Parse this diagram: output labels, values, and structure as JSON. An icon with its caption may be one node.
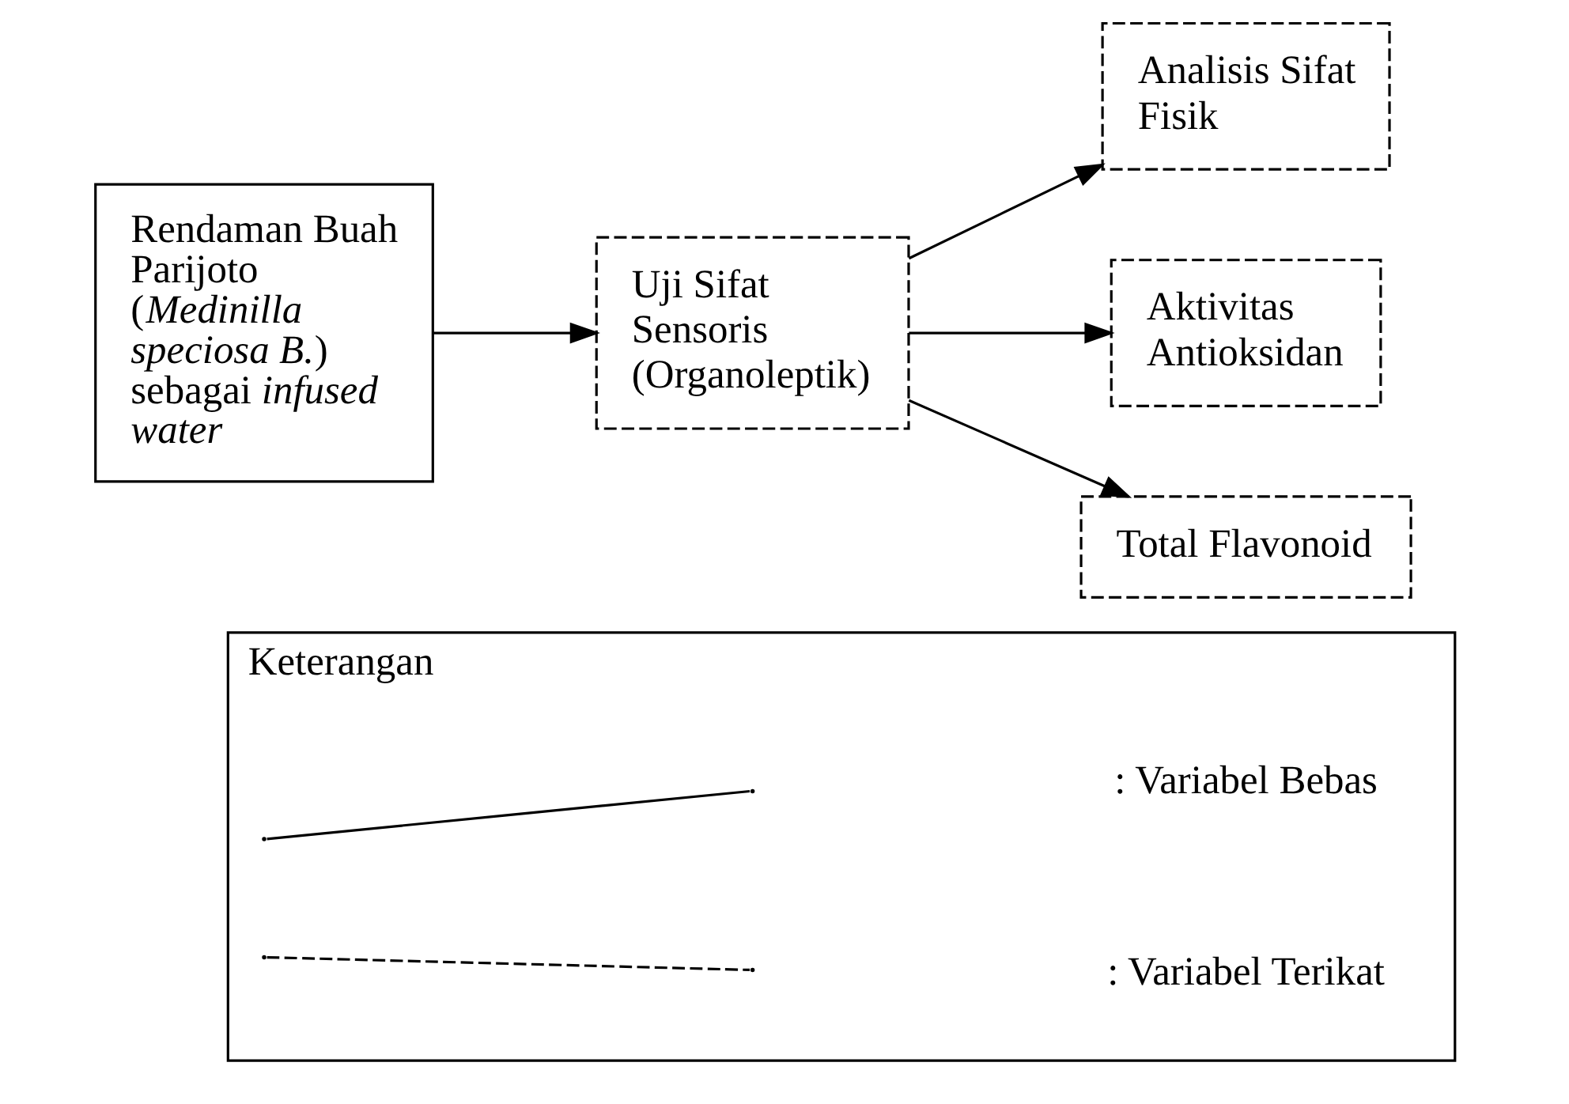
{
  "diagram": {
    "nodes": [
      {
        "text": [
          "Rendaman Buah Parijoto (*Medinilla speciosa B.*) sebagai *infused water*"
        ]
      },
      {
        "text": [
          "Uji Sifat Sensoris (Organoleptik)"
        ]
      },
      {
        "text": [
          "Analisis Sifat Fisik"
        ]
      },
      {
        "text": [
          "Aktivitas Antioksidan"
        ]
      },
      {
        "text": [
          "Total Flavonoid"
        ]
      },
      {
        "text": [
          "Keterangan"
        ]
      }
    ],
    "edges": [
      {
        "from": 0,
        "to": 1,
        "arrow": "to"
      },
      {
        "from": 1,
        "to": 2,
        "arrow": "to"
      },
      {
        "from": 1,
        "to": 3,
        "arrow": "to"
      },
      {
        "from": 1,
        "to": 4,
        "arrow": "to"
      }
    ],
    "legend": [
      {
        "text": ": Variabel Bebas"
      },
      {
        "text": ": Variabel Terikat"
      }
    ]
  }
}
